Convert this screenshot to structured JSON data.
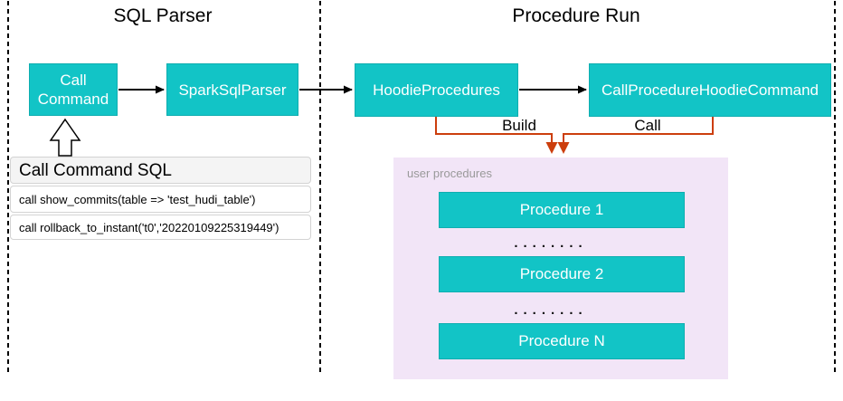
{
  "diagram": {
    "sections": {
      "sql_parser": {
        "title": "SQL Parser"
      },
      "procedure_run": {
        "title": "Procedure Run"
      }
    },
    "nodes": {
      "call_command": {
        "label": "Call Command"
      },
      "spark_sql_parser": {
        "label": "SparkSqlParser"
      },
      "hoodie_procedures": {
        "label": "HoodieProcedures"
      },
      "call_procedure_hoodie_command": {
        "label": "CallProcedureHoodieCommand"
      }
    },
    "edge_labels": {
      "build": "Build",
      "call": "Call"
    },
    "sql_panel": {
      "header": "Call Command SQL",
      "rows": [
        "call show_commits(table => 'test_hudi_table')",
        "call rollback_to_instant('t0','20220109225319449')"
      ]
    },
    "user_procedures_panel": {
      "label": "user procedures",
      "procedures": [
        "Procedure 1",
        "Procedure 2",
        "Procedure N"
      ],
      "dots": "........"
    },
    "colors": {
      "node_fill": "#12C4C6",
      "node_stroke": "#0FAEB0",
      "panel_fill": "#F2E5F7",
      "connector_orange": "#CC3E0D",
      "connector_black": "#000000",
      "panel_label_gray": "#999999",
      "sql_header_bg": "#F4F4F4"
    }
  }
}
